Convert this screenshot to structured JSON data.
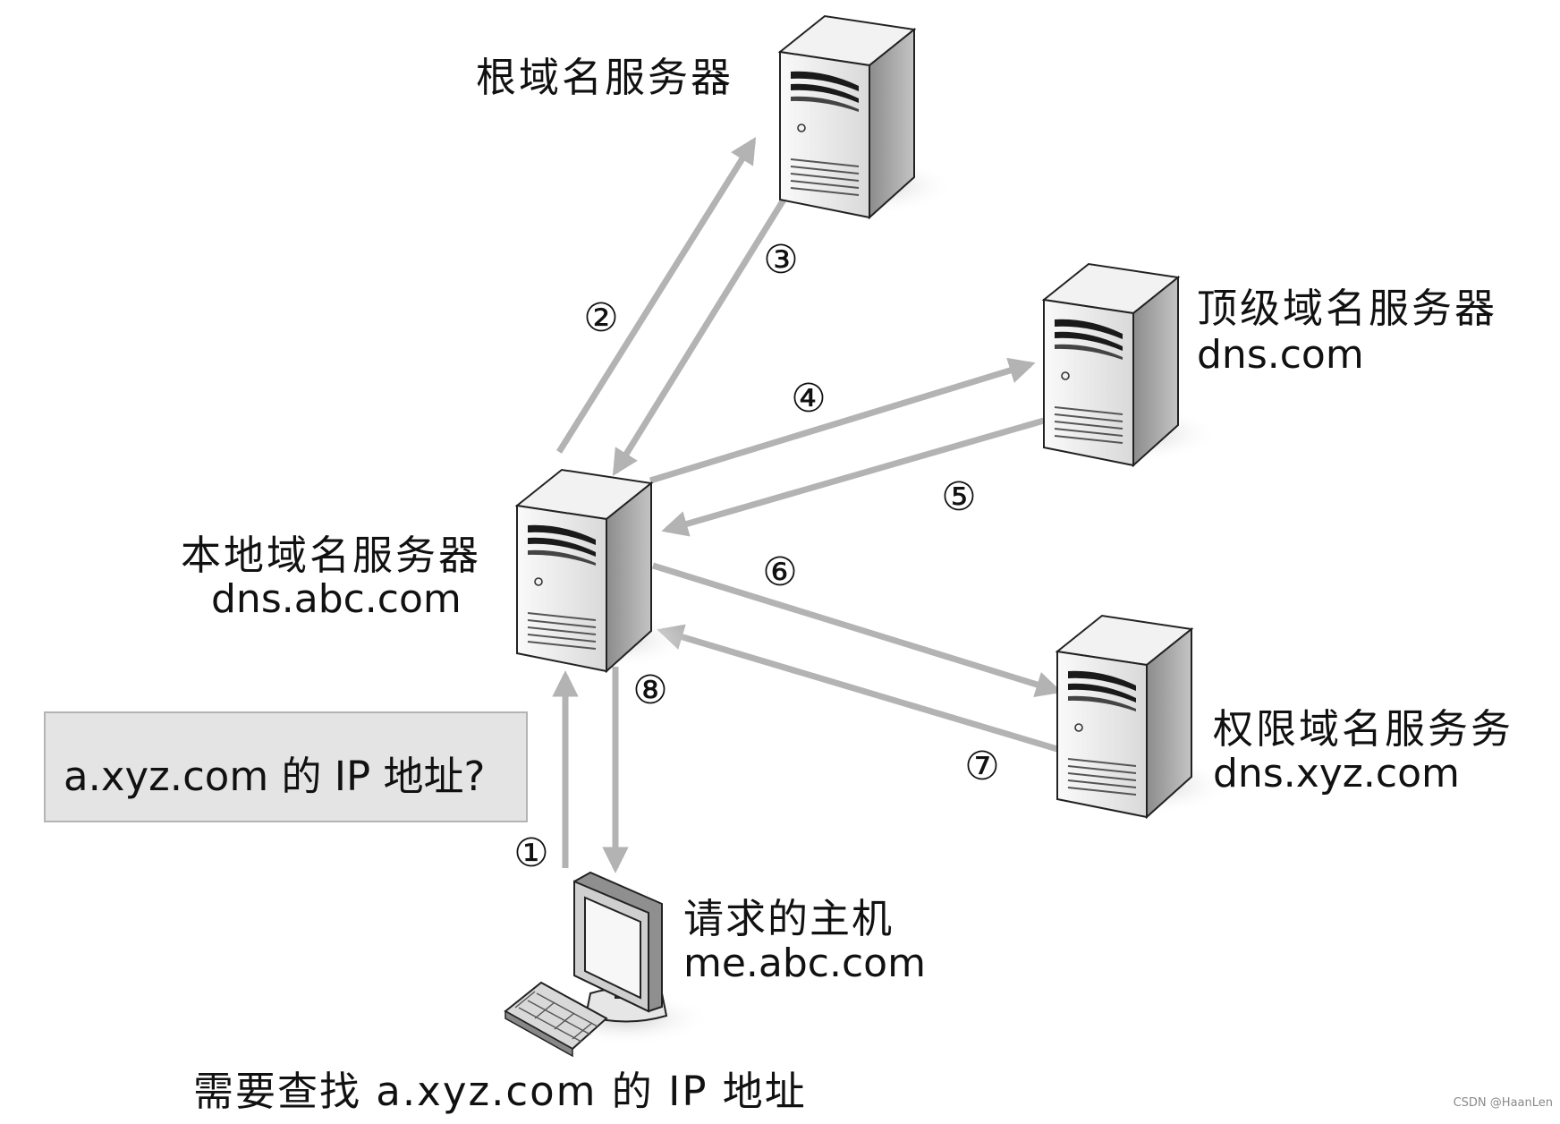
{
  "nodes": {
    "root": {
      "label": "根域名服务器"
    },
    "tld": {
      "label": "顶级域名服务器",
      "host": "dns.com"
    },
    "local": {
      "label": "本地域名服务器",
      "host": "dns.abc.com"
    },
    "auth": {
      "label": "权限域名服务务",
      "host": "dns.xyz.com"
    },
    "client": {
      "label": "请求的主机",
      "host": "me.abc.com"
    }
  },
  "query_box": {
    "text": "a.xyz.com 的 IP 地址?"
  },
  "caption": "需要查找 a.xyz.com 的 IP 地址",
  "steps": [
    {
      "n": "①",
      "from": "client",
      "to": "local"
    },
    {
      "n": "②",
      "from": "local",
      "to": "root"
    },
    {
      "n": "③",
      "from": "root",
      "to": "local"
    },
    {
      "n": "④",
      "from": "local",
      "to": "tld"
    },
    {
      "n": "⑤",
      "from": "tld",
      "to": "local"
    },
    {
      "n": "⑥",
      "from": "local",
      "to": "auth"
    },
    {
      "n": "⑦",
      "from": "auth",
      "to": "local"
    },
    {
      "n": "⑧",
      "from": "local",
      "to": "client"
    }
  ],
  "watermark": "CSDN @HaanLen",
  "colors": {
    "arrow": "#b3b3b3",
    "server_front": "#e6e6e6",
    "server_side": "#a0a0a0",
    "box_fill": "#e4e4e4"
  }
}
